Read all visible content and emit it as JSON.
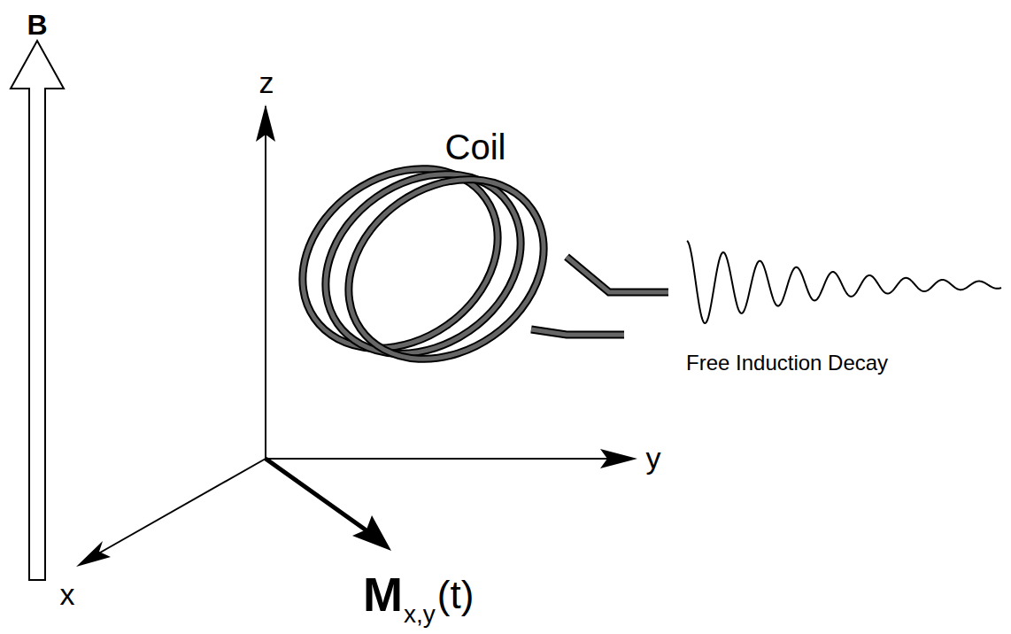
{
  "diagram": {
    "labels": [
      "B",
      "z",
      "Coil",
      "y",
      "x",
      "M",
      "x,y",
      "(t)",
      "Free Induction Decay"
    ]
  }
}
